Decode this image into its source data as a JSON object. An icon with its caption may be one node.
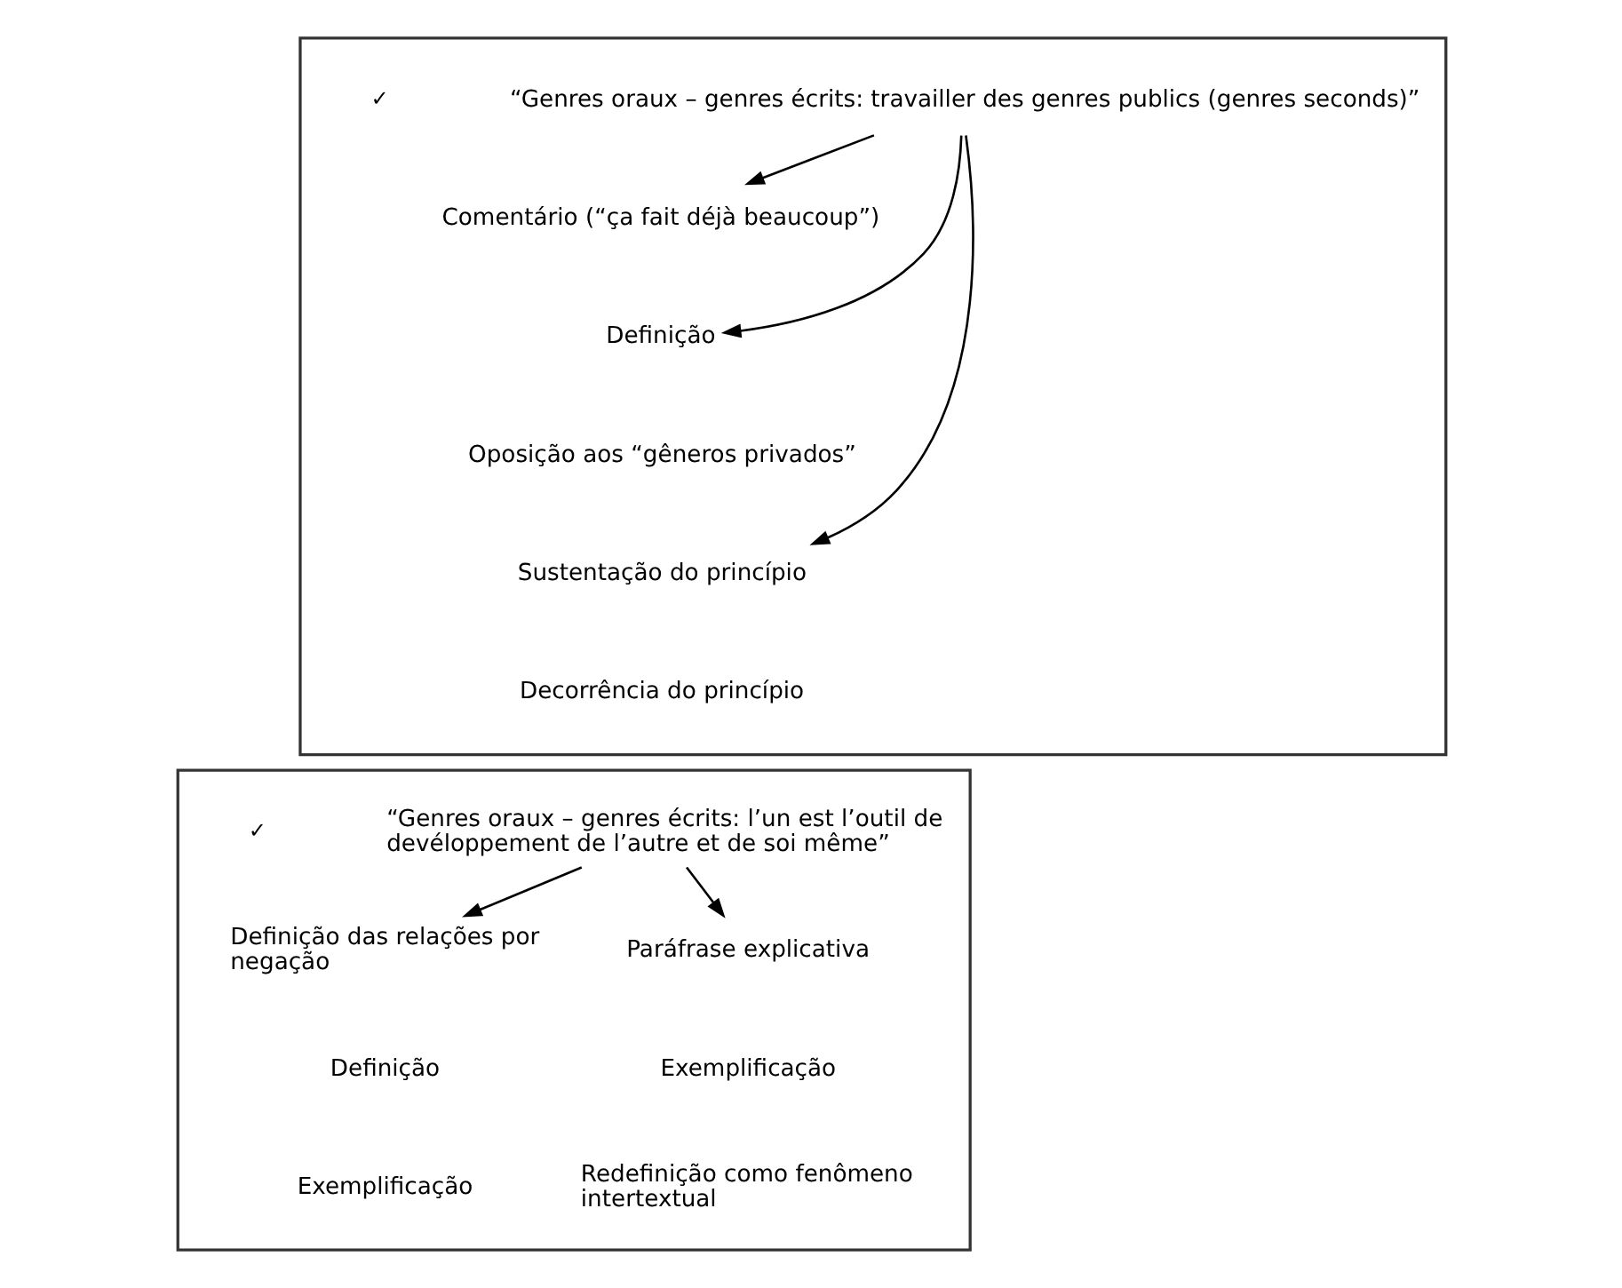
{
  "diagram": {
    "nodes": [
      {
        "text": [],
        "shape": "box"
      },
      {
        "text": [
          "“Genres oraux – genres écrits: travailler des genres publics (genres seconds)”"
        ],
        "in": 0
      },
      {
        "text": [
          "Comentário (“ça fait déjà beaucoup”)"
        ],
        "in": 0
      },
      {
        "text": [
          "Definição"
        ],
        "in": 0
      },
      {
        "text": [
          "Oposição aos “gêneros privados”"
        ],
        "in": 0
      },
      {
        "text": [
          "Sustentação do princípio"
        ],
        "in": 0
      },
      {
        "text": [
          "Decorrência do princípio"
        ],
        "in": 0
      },
      {
        "text": [],
        "shape": "box"
      },
      {
        "text": [
          "“Genres oraux – genres écrits: l’un est l’outil de devéloppement de l’autre et de soi même”"
        ],
        "in": 7
      },
      {
        "text": [
          "Definição das relações por negação"
        ],
        "in": 7
      },
      {
        "text": [
          "Definição"
        ],
        "in": 7
      },
      {
        "text": [
          "Exemplificação"
        ],
        "in": 7
      },
      {
        "text": [
          "Paráfrase explicativa"
        ],
        "in": 7
      },
      {
        "text": [
          "Exemplificação"
        ],
        "in": 7
      },
      {
        "text": [
          "Redefinição como fenômeno intertextual"
        ],
        "in": 7
      }
    ],
    "edges": [
      {
        "from": 1,
        "to": 2,
        "arrow": "to"
      },
      {
        "from": 1,
        "to": 5,
        "arrow": "to"
      },
      {
        "from": 1,
        "to": 3,
        "arrow": "to"
      },
      {
        "from": 8,
        "to": 9,
        "arrow": "to"
      },
      {
        "from": 8,
        "to": 12,
        "arrow": "to"
      }
    ],
    "labels": [
      "✓",
      "✓"
    ]
  }
}
